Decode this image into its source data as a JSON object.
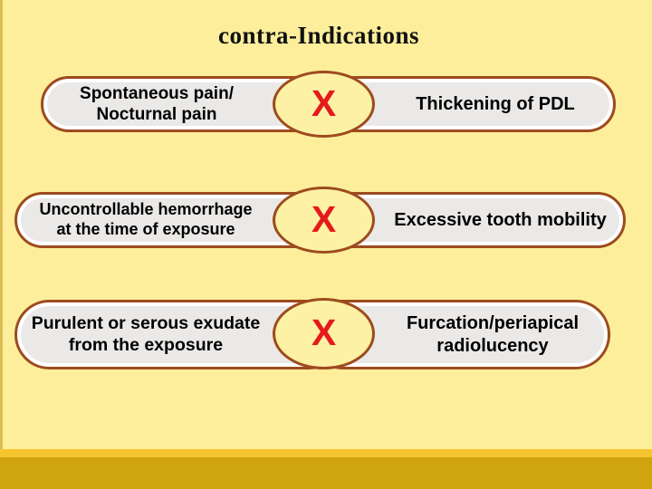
{
  "title": "contra-Indications",
  "rows": [
    {
      "left_text": "Spontaneous pain/\nNocturnal pain",
      "mark": "X",
      "right_text": "Thickening of PDL"
    },
    {
      "left_text": "Uncontrollable hemorrhage\nat the time of exposure",
      "mark": "X",
      "right_text": "Excessive tooth mobility"
    },
    {
      "left_text": "Purulent or serous exudate\nfrom the exposure",
      "mark": "X",
      "right_text": "Furcation/periapical\nradiolucency"
    }
  ],
  "colors": {
    "background": "#FCEE9B",
    "pill_fill": "#EBE9E7",
    "outline_brown": "#9D4B1E",
    "ellipse_fill": "#FCF1A4",
    "x_mark_red": "#E51A1C",
    "footer_strip_yellow": "#F5C52F",
    "footer_band_gold": "#CFA40C",
    "left_edge_strip": "#DCBC52"
  }
}
